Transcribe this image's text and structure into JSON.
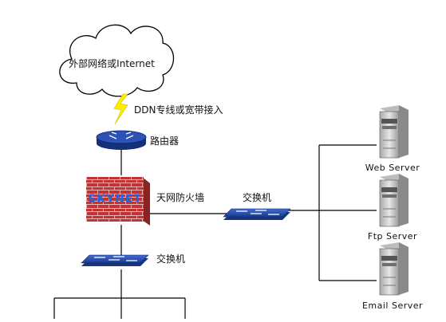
{
  "cloud": {
    "label": "外部网络或Internet"
  },
  "ddn": {
    "label": "DDN专线或宽带接入"
  },
  "router": {
    "label": "路由器"
  },
  "firewall": {
    "label": "天网防火墙",
    "brand": "SKYNET"
  },
  "switch_mid": {
    "label": "交换机"
  },
  "switch_low": {
    "label": "交换机"
  },
  "servers": [
    {
      "label": "Web Server"
    },
    {
      "label": "Ftp Server"
    },
    {
      "label": "Email Server"
    }
  ],
  "colors": {
    "line": "#000000",
    "router": "#1e3f96",
    "switch": "#2d56b7",
    "brick": "#c23434",
    "brand": "#2266dd",
    "lightning": "#ffee00",
    "server": "#d3d3d3"
  }
}
